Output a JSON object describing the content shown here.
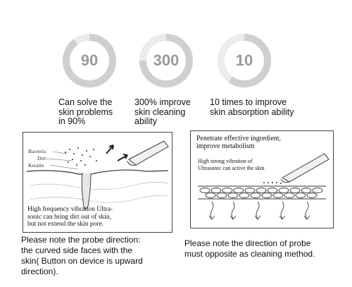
{
  "stats": [
    {
      "value": "90",
      "caption": "Can solve the\nskin problems\nin 90%",
      "percent": 90
    },
    {
      "value": "300",
      "caption": "300% improve\nskin cleaning\nability",
      "percent": 75
    },
    {
      "value": "10",
      "caption": "10 times to improve\nskin absorption ability",
      "percent": 60
    }
  ],
  "ring_color": "#cfcfcf",
  "ring_track_color": "#ececec",
  "number_color": "#9a9a9a",
  "left_panel": {
    "labels": [
      "Bacteria",
      "Dirt",
      "Keratin"
    ],
    "description": "High frequency vibration Ultra-\nsonic can bring dirt out of skin,\nbut not extend the skin pore.",
    "note": "Please note the probe direction:\nthe curved side faces with the\nskin( Button on device is upward\ndirection)."
  },
  "right_panel": {
    "title": "Penetrate effective ingredient,\nimprove metabolism",
    "subtitle": "High strong vibration of\nUltrasonic can active the skin",
    "note": "Please note the direction of probe\nmust opposite as cleaning method."
  }
}
